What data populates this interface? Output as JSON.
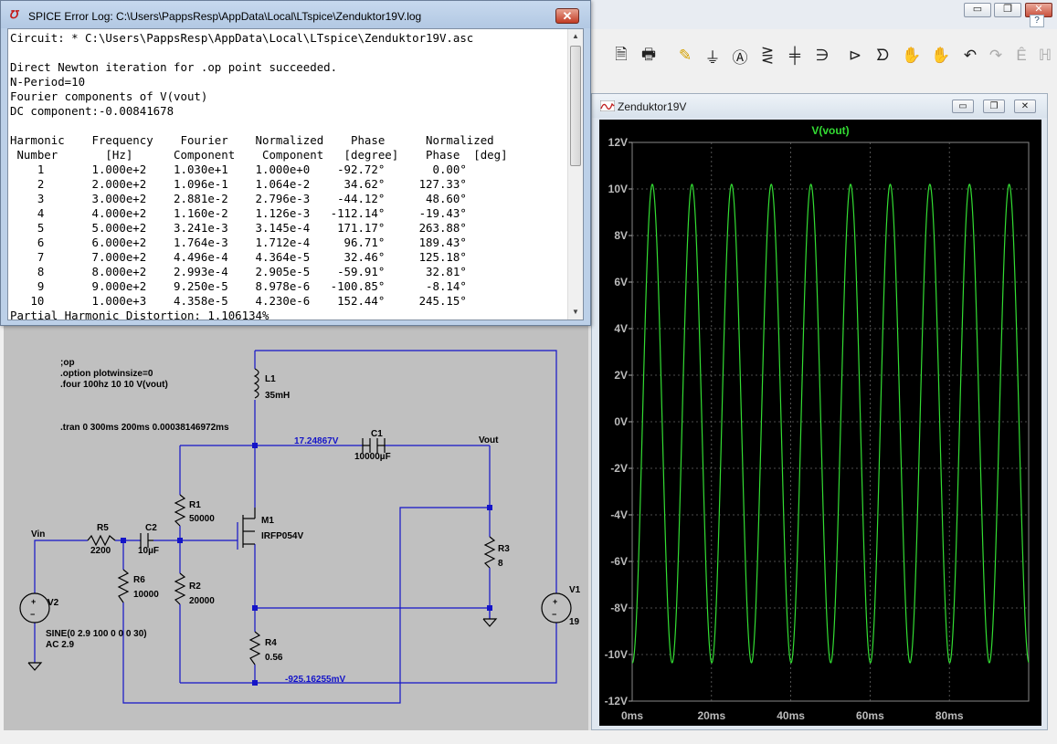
{
  "error_log": {
    "title": "SPICE Error Log: C:\\Users\\PappsResp\\AppData\\Local\\LTspice\\Zenduktor19V.log",
    "close_label": "✕",
    "lines": [
      "Circuit: * C:\\Users\\PappsResp\\AppData\\Local\\LTspice\\Zenduktor19V.asc",
      "",
      "Direct Newton iteration for .op point succeeded.",
      "N-Period=10",
      "Fourier components of V(vout)",
      "DC component:-0.00841678",
      "",
      "Harmonic    Frequency    Fourier    Normalized    Phase      Normalized",
      " Number       [Hz]      Component    Component   [degree]    Phase  [deg]",
      "    1       1.000e+2    1.030e+1    1.000e+0    -92.72°       0.00°",
      "    2       2.000e+2    1.096e-1    1.064e-2     34.62°     127.33°",
      "    3       3.000e+2    2.881e-2    2.796e-3    -44.12°      48.60°",
      "    4       4.000e+2    1.160e-2    1.126e-3   -112.14°     -19.43°",
      "    5       5.000e+2    3.241e-3    3.145e-4    171.17°     263.88°",
      "    6       6.000e+2    1.764e-3    1.712e-4     96.71°     189.43°",
      "    7       7.000e+2    4.496e-4    4.364e-5     32.46°     125.18°",
      "    8       8.000e+2    2.993e-4    2.905e-5    -59.91°      32.81°",
      "    9       9.000e+2    9.250e-5    8.978e-6   -100.85°      -8.14°",
      "   10       1.000e+3    4.358e-5    4.230e-6    152.44°     245.15°",
      "Partial Harmonic Distortion: 1.106134%"
    ]
  },
  "plot_window": {
    "title": "Zenduktor19V",
    "buttons": {
      "minimize": "▭",
      "restore": "❐",
      "close": "✕"
    }
  },
  "app_window": {
    "buttons": {
      "minimize": "▭",
      "restore": "❐",
      "close": "✕"
    },
    "help": "?"
  },
  "toolbar": {
    "icons": [
      "print-preview-icon",
      "print-icon",
      "pencil-icon",
      "ground-icon",
      "label-icon",
      "resistor-icon",
      "capacitor-icon",
      "inductor-icon",
      "diode-icon",
      "component-icon",
      "move-hand-icon",
      "drag-hand-icon",
      "undo-icon",
      "redo-icon",
      "text-icon",
      "spice-directive-icon"
    ],
    "glyphs": [
      "🗎",
      "🖶",
      "✎",
      "⏚",
      "Ⓐ",
      "⋛",
      "╪",
      "∋",
      "⊳",
      "ᗤ",
      "✋",
      "✋",
      "↶",
      "↷",
      "Ê",
      "ℍ"
    ]
  },
  "schematic": {
    "directives": [
      ";op",
      ".option plotwinsize=0",
      ".four 100hz 10 10 V(vout)"
    ],
    "tran": ".tran 0 300ms 200ms 0.00038146972ms",
    "node_voltages": {
      "drain": "17.24867V",
      "source": "-925.16255mV"
    },
    "labels": {
      "vin": "Vin",
      "vout": "Vout"
    },
    "components": {
      "L1": {
        "name": "L1",
        "value": "35mH"
      },
      "C1": {
        "name": "C1",
        "value": "10000µF"
      },
      "R1": {
        "name": "R1",
        "value": "50000"
      },
      "M1": {
        "name": "M1",
        "value": "IRFP054V"
      },
      "R5": {
        "name": "R5",
        "value": "2200"
      },
      "C2": {
        "name": "C2",
        "value": "10µF"
      },
      "R6": {
        "name": "R6",
        "value": "10000"
      },
      "R2": {
        "name": "R2",
        "value": "20000"
      },
      "R3": {
        "name": "R3",
        "value": "8"
      },
      "R4": {
        "name": "R4",
        "value": "0.56"
      },
      "V1": {
        "name": "V1",
        "value": "19"
      },
      "V2": {
        "name": "V2",
        "value": "SINE(0 2.9 100 0 0 0 30)",
        "ac": "AC 2.9"
      }
    }
  },
  "chart_data": {
    "type": "line",
    "title": "V(vout)",
    "xlabel": "",
    "ylabel": "",
    "x_unit": "ms",
    "y_unit": "V",
    "xlim": [
      0,
      100
    ],
    "ylim": [
      -12,
      12
    ],
    "x_ticks": [
      "0ms",
      "20ms",
      "40ms",
      "60ms",
      "80ms"
    ],
    "y_ticks": [
      "12V",
      "10V",
      "8V",
      "6V",
      "4V",
      "2V",
      "0V",
      "-2V",
      "-4V",
      "-6V",
      "-8V",
      "-10V",
      "-12V"
    ],
    "grid": true,
    "series": [
      {
        "name": "V(vout)",
        "color": "#33dd33",
        "frequency_hz": 100,
        "amplitude_v": 10.3,
        "dc_v": -0.0084,
        "phase_deg": -92.72,
        "peak_v": 10.2,
        "trough_v": -10.35
      }
    ]
  },
  "colors": {
    "plot_bg": "#000000",
    "trace": "#33dd33",
    "axis_text": "#bbbbbb",
    "wire": "#1414c8",
    "schematic_bg": "#c0c0c0",
    "node_label": "#1414c8"
  }
}
